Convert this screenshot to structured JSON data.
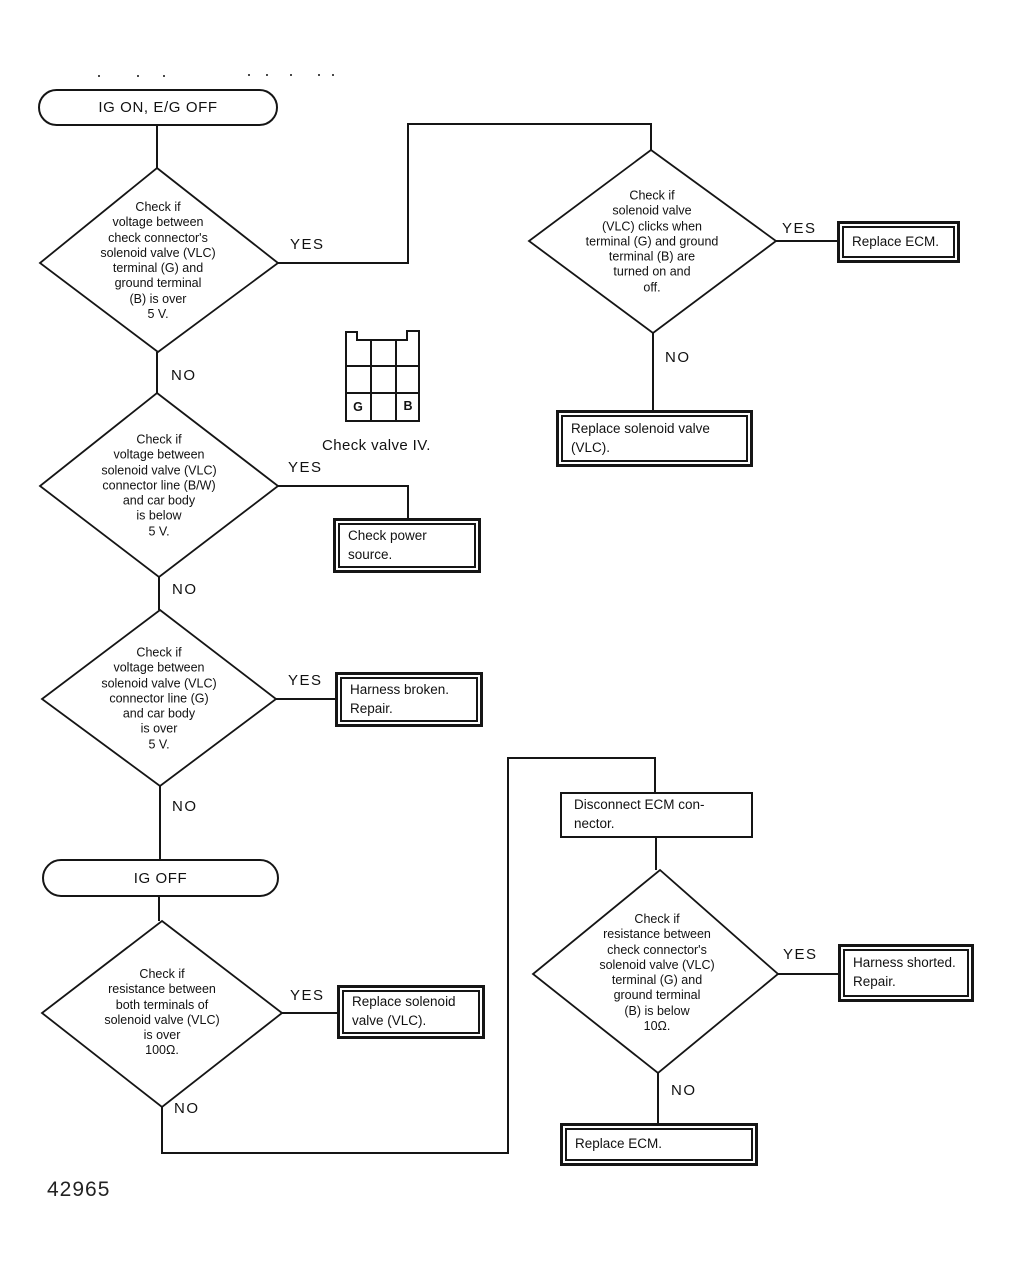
{
  "labels": {
    "yes": "YES",
    "no": "NO"
  },
  "figure_number": "42965",
  "colors": {
    "ink": "#151515",
    "paper": "#ffffff"
  },
  "flow": {
    "start_terminator": "IG ON, E/G OFF",
    "mid_terminator": "IG OFF",
    "decisions": {
      "d1": {
        "lines": [
          "Check if",
          "voltage between",
          "check connector's",
          "solenoid valve (VLC)",
          "terminal (G) and",
          "ground terminal",
          "(B) is over",
          "5 V."
        ]
      },
      "d2": {
        "lines": [
          "Check if",
          "solenoid valve",
          "(VLC) clicks when",
          "terminal (G) and ground",
          "terminal (B) are",
          "turned on and",
          "off."
        ]
      },
      "d3": {
        "lines": [
          "Check if",
          "voltage between",
          "solenoid valve (VLC)",
          "connector line (B/W)",
          "and car body",
          "is below",
          "5 V."
        ]
      },
      "d4": {
        "lines": [
          "Check if",
          "voltage between",
          "solenoid valve (VLC)",
          "connector line (G)",
          "and car body",
          "is over",
          "5 V."
        ]
      },
      "d5": {
        "lines": [
          "Check if",
          "resistance between",
          "both terminals of",
          "solenoid valve (VLC)",
          "is over",
          "100Ω."
        ]
      },
      "d6": {
        "lines": [
          "Check if",
          "resistance between",
          "check connector's",
          "solenoid valve (VLC)",
          "terminal (G) and",
          "ground terminal",
          "(B) is below",
          "10Ω."
        ]
      }
    },
    "actions": {
      "replace_ecm_top": {
        "lines": [
          "Replace ECM."
        ]
      },
      "replace_solenoid_valve_top": {
        "lines": [
          "Replace solenoid valve",
          "(VLC)."
        ]
      },
      "check_power_source": {
        "lines": [
          "Check power",
          "source."
        ]
      },
      "harness_broken": {
        "lines": [
          "Harness broken.",
          "Repair."
        ]
      },
      "replace_solenoid_valve_bottom": {
        "lines": [
          "Replace solenoid",
          "valve (VLC)."
        ]
      },
      "disconnect_ecm": {
        "lines": [
          "Disconnect ECM con-",
          "nector."
        ]
      },
      "harness_shorted": {
        "lines": [
          "Harness shorted.",
          "Repair."
        ]
      },
      "replace_ecm_bottom": {
        "lines": [
          "Replace ECM."
        ]
      }
    }
  },
  "connector_graphic": {
    "caption": "Check valve IV.",
    "pin_left": "G",
    "pin_right": "B"
  }
}
